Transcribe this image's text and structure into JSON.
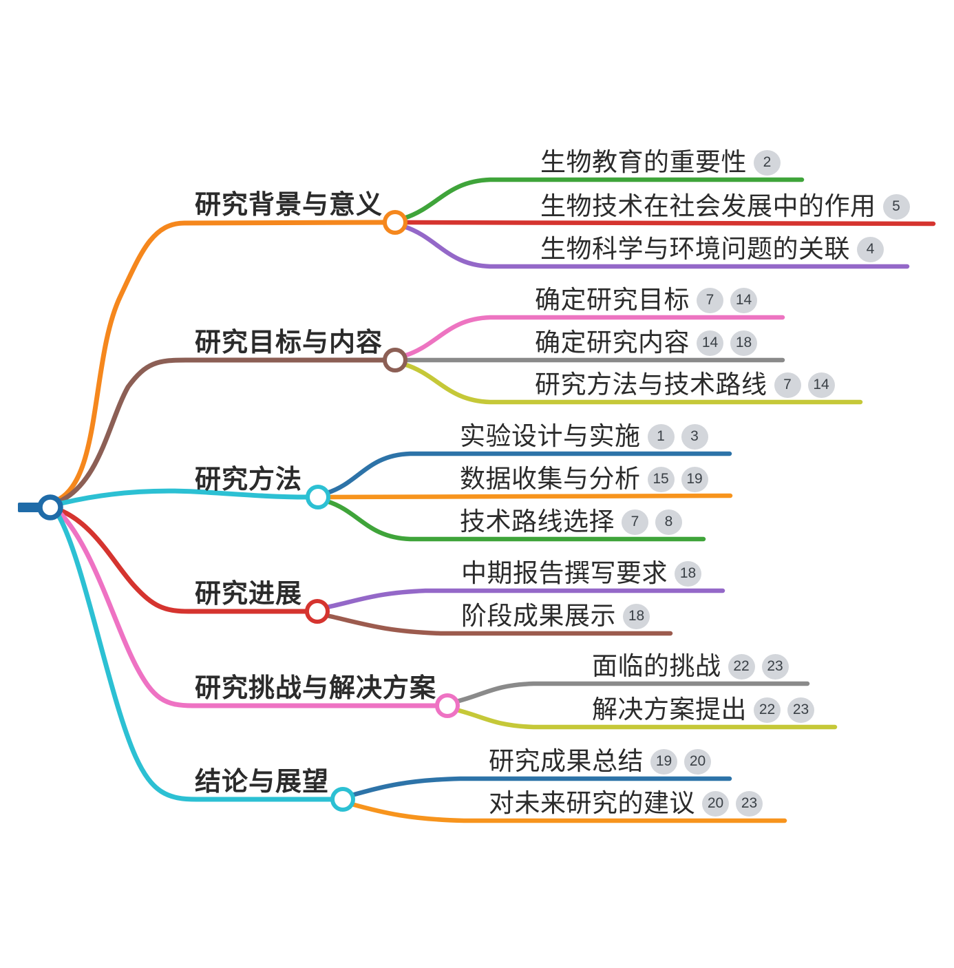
{
  "theme": {
    "background": "#ffffff",
    "text_color": "#2b2b2b",
    "badge_bg": "#d3d6db",
    "badge_text": "#3a4046"
  },
  "root": {
    "color": "#1f6ba8"
  },
  "branches": [
    {
      "label": "研究背景与意义",
      "color": "#f5871d",
      "children": [
        {
          "label": "生物教育的重要性",
          "color": "#3fa43a",
          "badges": [
            "2"
          ]
        },
        {
          "label": "生物技术在社会发展中的作用",
          "color": "#d5342f",
          "badges": [
            "5"
          ]
        },
        {
          "label": "生物科学与环境问题的关联",
          "color": "#9468c8",
          "badges": [
            "4"
          ]
        }
      ]
    },
    {
      "label": "研究目标与内容",
      "color": "#8c5f55",
      "children": [
        {
          "label": "确定研究目标",
          "color": "#ed74c1",
          "badges": [
            "7",
            "14"
          ]
        },
        {
          "label": "确定研究内容",
          "color": "#8a8a8a",
          "badges": [
            "14",
            "18"
          ]
        },
        {
          "label": "研究方法与技术路线",
          "color": "#c5c838",
          "badges": [
            "7",
            "14"
          ]
        }
      ]
    },
    {
      "label": "研究方法",
      "color": "#2cc0d3",
      "children": [
        {
          "label": "实验设计与实施",
          "color": "#2d73a8",
          "badges": [
            "1",
            "3"
          ]
        },
        {
          "label": "数据收集与分析",
          "color": "#f7941d",
          "badges": [
            "15",
            "19"
          ]
        },
        {
          "label": "技术路线选择",
          "color": "#3fa43a",
          "badges": [
            "7",
            "8"
          ]
        }
      ]
    },
    {
      "label": "研究进展",
      "color": "#d5342f",
      "children": [
        {
          "label": "中期报告撰写要求",
          "color": "#9468c8",
          "badges": [
            "18"
          ]
        },
        {
          "label": "阶段成果展示",
          "color": "#9c5b4e",
          "badges": [
            "18"
          ]
        }
      ]
    },
    {
      "label": "研究挑战与解决方案",
      "color": "#ee72c3",
      "children": [
        {
          "label": "面临的挑战",
          "color": "#8a8a8a",
          "badges": [
            "22",
            "23"
          ]
        },
        {
          "label": "解决方案提出",
          "color": "#c5c838",
          "badges": [
            "22",
            "23"
          ]
        }
      ]
    },
    {
      "label": "结论与展望",
      "color": "#2cc0d3",
      "children": [
        {
          "label": "研究成果总结",
          "color": "#2d73a8",
          "badges": [
            "19",
            "20"
          ]
        },
        {
          "label": "对未来研究的建议",
          "color": "#f7941d",
          "badges": [
            "20",
            "23"
          ]
        }
      ]
    }
  ]
}
